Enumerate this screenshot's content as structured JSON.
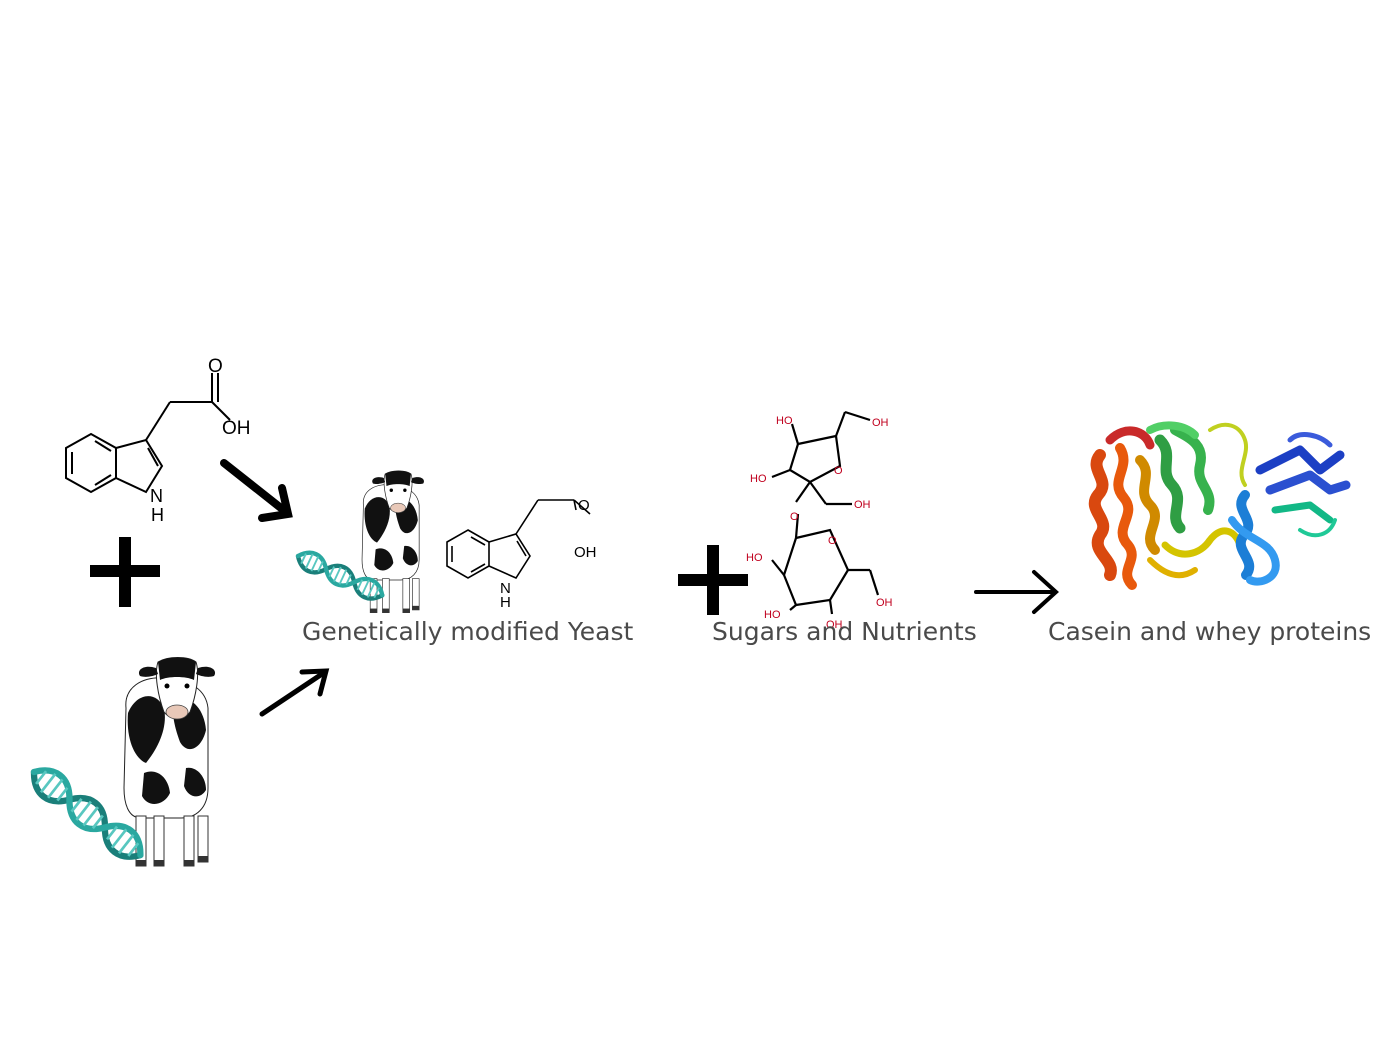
{
  "captions": {
    "yeast": "Genetically modified Yeast",
    "sugars": "Sugars and Nutrients",
    "proteins": "Casein and whey proteins"
  },
  "molecule_labels": {
    "indole_o": "O",
    "indole_oh": "OH",
    "indole_nh": "NH",
    "indole_n": "N",
    "indole_h": "H",
    "sugar_ho": "HO",
    "sugar_oh": "OH",
    "sugar_o": "O"
  },
  "colors": {
    "caption_text": "#4a4a4a",
    "ink": "#000000",
    "dna_teal": "#1f8f8a",
    "sugar_red": "#c0001e"
  },
  "icons": [
    "indole-acetic-acid-molecule-icon",
    "plus-icon",
    "cow-icon",
    "dna-helix-icon",
    "arrow-icon",
    "sucrose-molecule-icon",
    "protein-ribbon-icon"
  ]
}
